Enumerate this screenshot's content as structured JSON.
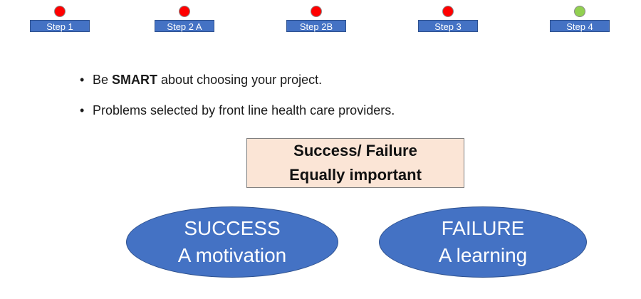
{
  "steps": [
    {
      "label": "Step 1",
      "status_color": "#ff0000"
    },
    {
      "label": "Step 2 A",
      "status_color": "#ff0000"
    },
    {
      "label": "Step 2B",
      "status_color": "#ff0000"
    },
    {
      "label": "Step 3",
      "status_color": "#ff0000"
    },
    {
      "label": "Step 4",
      "status_color": "#92d050"
    }
  ],
  "bullets": [
    {
      "prefix": "Be ",
      "bold": "SMART",
      "suffix": " about choosing your project."
    },
    {
      "prefix": "Problems selected by front line health care providers.",
      "bold": "",
      "suffix": ""
    }
  ],
  "callout": {
    "line1": "Success/ Failure",
    "line2": "Equally important"
  },
  "ellipses": {
    "success": {
      "line1": "SUCCESS",
      "line2": "A motivation"
    },
    "failure": {
      "line1": "FAILURE",
      "line2": "A learning"
    }
  },
  "colors": {
    "accent": "#4472c4",
    "callout_bg": "#fbe5d6"
  }
}
